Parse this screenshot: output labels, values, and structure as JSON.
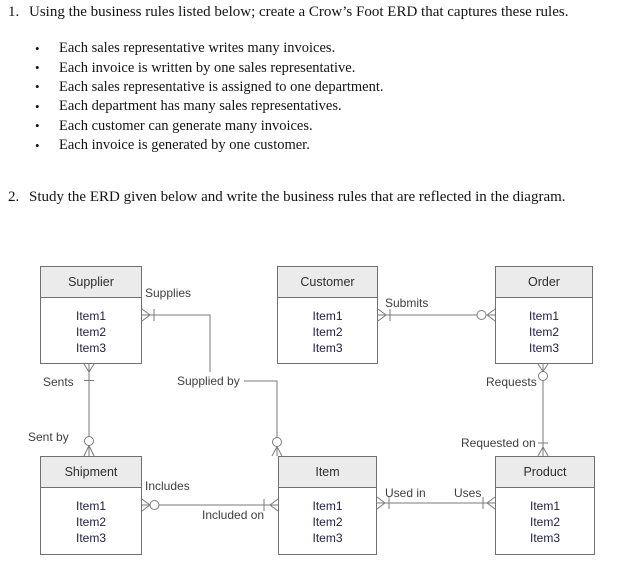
{
  "document": {
    "questions": [
      {
        "number": "1.",
        "text": "Using the business rules listed below; create a Crow’s Foot ERD that captures these rules.",
        "bullet": "•",
        "bullets": [
          "Each sales representative writes many invoices.",
          "Each invoice is written by one sales representative.",
          "Each sales representative is assigned to one department.",
          "Each department has many sales representatives.",
          "Each customer can generate many invoices.",
          "Each invoice is generated by one customer."
        ]
      },
      {
        "number": "2.",
        "text": "Study the ERD given below and write the business rules that are reflected in the diagram."
      }
    ]
  },
  "diagram": {
    "type": "crows-foot-erd",
    "entities": [
      {
        "name": "Supplier",
        "attributes": [
          "Item1",
          "Item2",
          "Item3"
        ]
      },
      {
        "name": "Customer",
        "attributes": [
          "Item1",
          "Item2",
          "Item3"
        ]
      },
      {
        "name": "Order",
        "attributes": [
          "Item1",
          "Item2",
          "Item3"
        ]
      },
      {
        "name": "Shipment",
        "attributes": [
          "Item1",
          "Item2",
          "Item3"
        ]
      },
      {
        "name": "Item",
        "attributes": [
          "Item1",
          "Item2",
          "Item3"
        ]
      },
      {
        "name": "Product",
        "attributes": [
          "Item1",
          "Item2",
          "Item3"
        ]
      }
    ],
    "relationships": {
      "supplies": "Supplies",
      "supplied_by": "Supplied by",
      "submits": "Submits",
      "sents": "Sents",
      "sent_by": "Sent by",
      "requests": "Requests",
      "requested_on": "Requested on",
      "includes": "Includes",
      "included_on": "Included on",
      "used_in": "Used in",
      "uses": "Uses"
    },
    "colors": {
      "entity_border": "#707070",
      "entity_header_fill": "#ebebeb",
      "connector_line": "#7a7a7a",
      "label_text": "#3d3d3d",
      "attribute_text": "#1e1e46"
    }
  }
}
